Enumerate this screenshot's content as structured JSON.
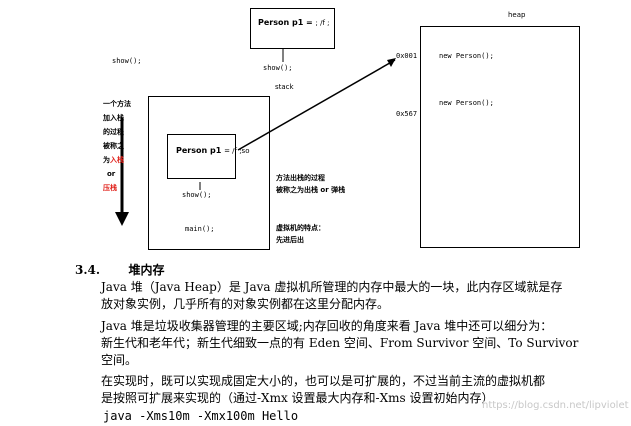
{
  "diagram": {
    "top_box_text": "Person p1 = ",
    "top_box_tail": "; /f ;",
    "show_top": "show();",
    "show_left": "show();",
    "show_inner": "show();",
    "main_call": "main();",
    "stack_label": "stack",
    "heap_label": "heap",
    "inner_box_text": "Person p1",
    "inner_box_tail": "= /f ;so",
    "addr_1": "0x001",
    "addr_2": "0x567",
    "heap_new_1": "new Person();",
    "heap_new_2": "new Person();",
    "side_note_lines": [
      "一个方法",
      "加入栈",
      "的过程",
      "被称之",
      "为"
    ],
    "side_note_red_1": "入栈",
    "side_note_or": "or",
    "side_note_red_2": "压栈",
    "pop_note_1": "方法出栈的过程",
    "pop_note_2": "被称之为出栈 or 弹栈",
    "feature_1": "虚拟机的特点：",
    "feature_2": "先进后出"
  },
  "document": {
    "section_number": "3.4.",
    "section_title": "堆内存",
    "p1_line1": "Java 堆（Java Heap）是 Java 虚拟机所管理的内存中最大的一块，此内存区域就是存",
    "p1_line2": "放对象实例，几乎所有的对象实例都在这里分配内存。",
    "p2_line1": "Java 堆是垃圾收集器管理的主要区域;内存回收的角度来看 Java 堆中还可以细分为：",
    "p2_line2": "新生代和老年代；新生代细致一点的有 Eden 空间、From Survivor 空间、To Survivor",
    "p2_line3": "空间。",
    "p3_line1": "在实现时，既可以实现成固定大小的，也可以是可扩展的，不过当前主流的虚拟机都",
    "p3_line2": "是按照可扩展来实现的（通过-Xmx 设置最大内存和-Xms 设置初始内存）",
    "command": "java  -Xms10m -Xmx100m Hello",
    "watermark": "https://blog.csdn.net/lipviolet"
  }
}
